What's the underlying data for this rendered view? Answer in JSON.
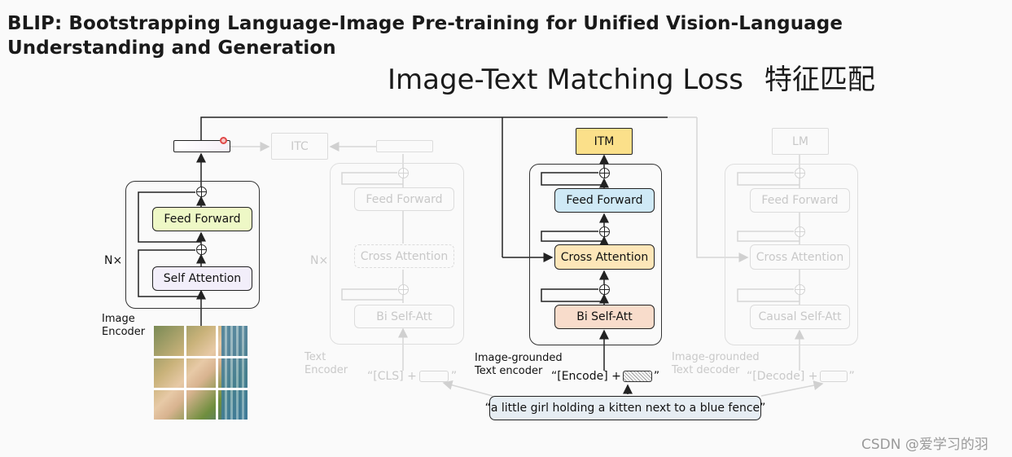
{
  "page": {
    "title": "BLIP: Bootstrapping Language-Image Pre-training for Unified Vision-Language Understanding and Generation",
    "heading": "Image-Text Matching Loss",
    "heading_cn": "特征匹配",
    "watermark": "CSDN @爱学习的羽"
  },
  "image_encoder": {
    "label": "Image\nEncoder",
    "nx": "N×",
    "feed_forward": "Feed Forward",
    "self_attention": "Self Attention",
    "colors": {
      "feed_forward": "#eef8c6",
      "self_attention": "#f2eefa"
    }
  },
  "text_encoder": {
    "label": "Text\nEncoder",
    "nx": "N×",
    "output": "ITC",
    "feed_forward": "Feed Forward",
    "cross_attention": "Cross Attention",
    "self_att": "Bi Self-Att",
    "input": "“[CLS] +",
    "input_close": "”"
  },
  "grounded_encoder": {
    "label": "Image-grounded\nText encoder",
    "output": "ITM",
    "feed_forward": "Feed Forward",
    "cross_attention": "Cross Attention",
    "self_att": "Bi Self-Att",
    "input": "“[Encode] +",
    "input_close": "”",
    "colors": {
      "output": "#fbe08a",
      "feed_forward": "#cfe9f6",
      "cross_attention": "#fde6b8",
      "self_att": "#f8dccb"
    }
  },
  "grounded_decoder": {
    "label": "Image-grounded\nText decoder",
    "output": "LM",
    "feed_forward": "Feed Forward",
    "cross_attention": "Cross Attention",
    "self_att": "Causal Self-Att",
    "input": "“[Decode] +",
    "input_close": "”"
  },
  "caption": "“a little girl holding a kitten next to a blue fence”",
  "caption_color": "#e6edf3"
}
